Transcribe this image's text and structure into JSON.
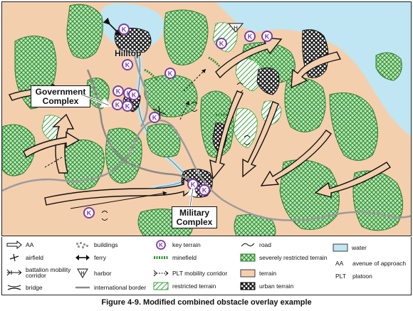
{
  "map_labels": {
    "hilltop": "Hilltop",
    "government_complex": "Government Complex",
    "military_complex": "Military Complex"
  },
  "icons": {
    "key_terrain_letter": "K",
    "harbor_letter": "H"
  },
  "legend": {
    "aa": "AA",
    "airfield": "airfield",
    "battalion_mobility_corridor": "battalion mobility corridor",
    "bridge": "bridge",
    "buildings": "buildings",
    "ferry": "ferry",
    "harbor": "harbor",
    "international_border": "international border",
    "key_terrain": "key terrain",
    "minefield": "minefield",
    "plt_mobility_corridor": "PLT mobility corridor",
    "restricted_terrain": "restricted terrain",
    "road": "road",
    "severely_restricted_terrain": "severely restricted terrain",
    "terrain": "terrain",
    "urban_terrain": "urban terrain",
    "water": "water",
    "aa_abbr": "AA",
    "aa_def": "avenue of approach",
    "plt_abbr": "PLT",
    "plt_def": "platoon"
  },
  "colors": {
    "water": "#bfe6f2",
    "terrain": "#f4cfae",
    "restricted_green": "#3aa33a",
    "severely_restricted_fill": "#bfe7bf",
    "key_terrain_purple": "#7b3fa0",
    "road": "#9b9b9b"
  },
  "caption": "Figure 4-9. Modified combined obstacle overlay example"
}
